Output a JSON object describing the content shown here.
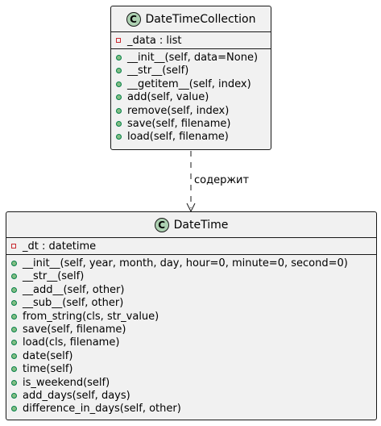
{
  "classes": {
    "collection": {
      "icon": "C",
      "name": "DateTimeCollection",
      "attributes": [
        "_data : list"
      ],
      "methods": [
        "__init__(self, data=None)",
        "__str__(self)",
        "__getitem__(self, index)",
        "add(self, value)",
        "remove(self, index)",
        "save(self, filename)",
        "load(self, filename)"
      ]
    },
    "datetime": {
      "icon": "C",
      "name": "DateTime",
      "attributes": [
        "_dt : datetime"
      ],
      "methods": [
        "__init__(self, year, month, day, hour=0, minute=0, second=0)",
        "__str__(self)",
        "__add__(self, other)",
        "__sub__(self, other)",
        "from_string(cls, str_value)",
        "save(self, filename)",
        "load(cls, filename)",
        "date(self)",
        "time(self)",
        "is_weekend(self)",
        "add_days(self, days)",
        "difference_in_days(self, other)"
      ]
    }
  },
  "relation": {
    "label": "содержит",
    "style": "dashed-arrow"
  },
  "colors": {
    "class_fill": "#f1f1f1",
    "border": "#181818",
    "class_icon": "#add1b2",
    "private_marker": "#c82930",
    "public_marker": "#84be84"
  }
}
